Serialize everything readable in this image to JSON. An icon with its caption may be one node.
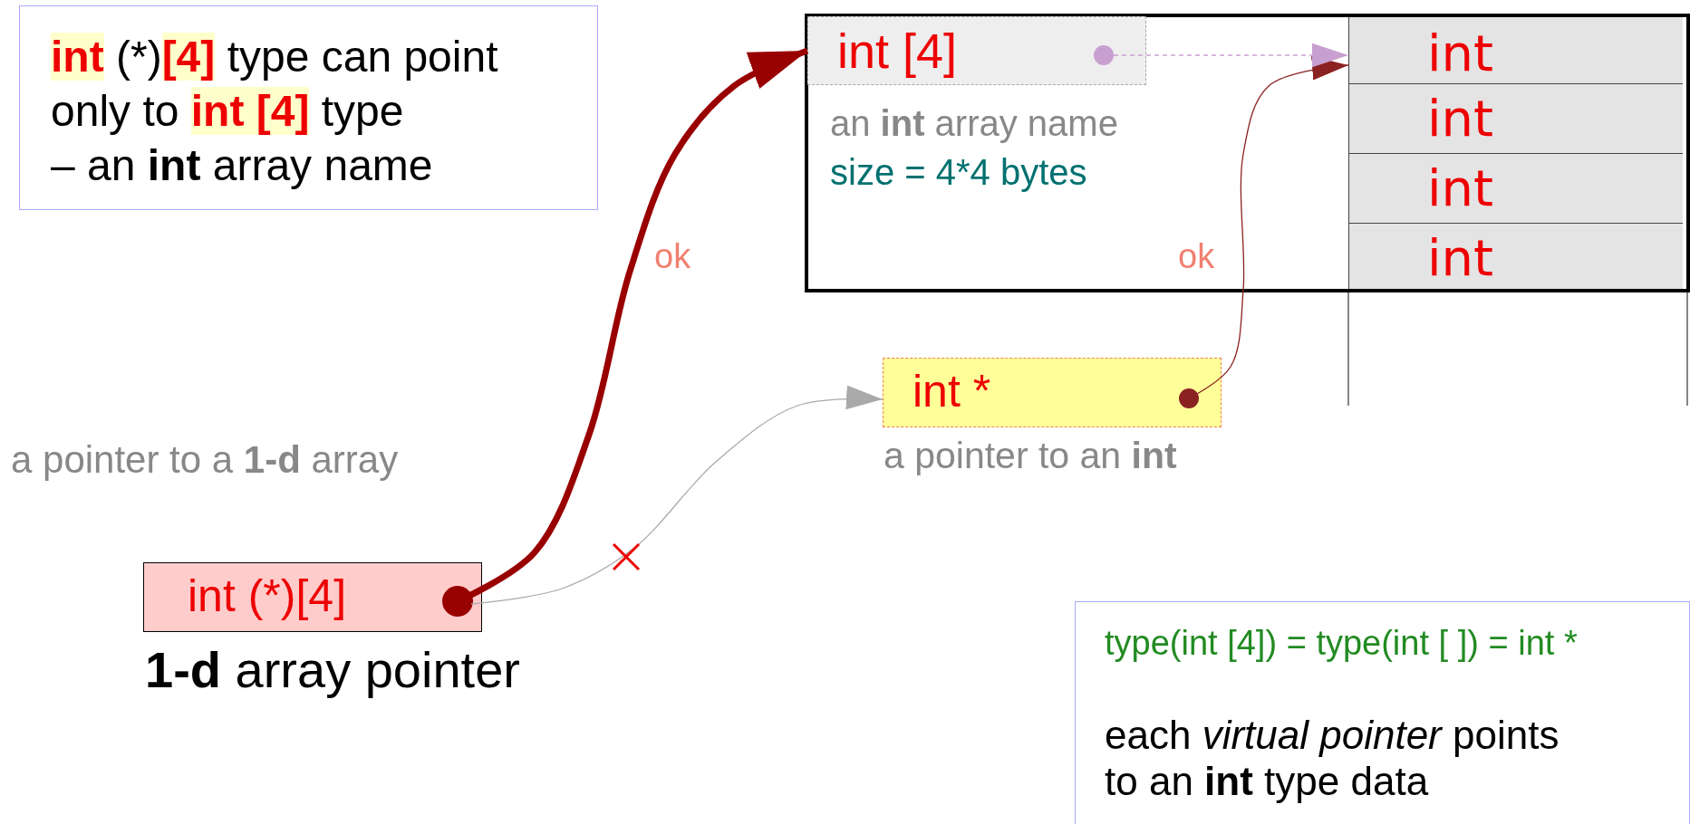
{
  "diagram": {
    "nodes": [
      {
        "text": [
          "**int** (*)**[4]** type can point",
          "only to **int [4]** type",
          "– an **int** array name"
        ]
      },
      {
        "text": [
          "an **int** array name",
          "size = 4*4 bytes"
        ]
      },
      {
        "text": [
          "int [4]"
        ],
        "in": 1
      },
      {
        "text": [
          "int"
        ],
        "in": 1
      },
      {
        "text": [
          "int"
        ],
        "in": 1
      },
      {
        "text": [
          "int"
        ],
        "in": 1
      },
      {
        "text": [
          "int"
        ],
        "in": 1
      },
      {
        "text": [
          "int *"
        ],
        "beside": [
          "a pointer to an **int**"
        ]
      },
      {
        "text": [
          "int (*)[4]"
        ],
        "beside": [
          "**1-d** array pointer"
        ]
      },
      {
        "text": [
          "type(int [4]) = type(int [ ]) = int *",
          "each *virtual pointer* points to an **int** type data"
        ]
      }
    ],
    "edges": [
      {
        "from": 8,
        "to": 2,
        "arrow": "to",
        "label": "ok",
        "style": "thick",
        "color": "#990000"
      },
      {
        "from": 8,
        "to": 7,
        "arrow": "to",
        "color": "#aaaaaa"
      },
      {
        "from": 7,
        "to": 3,
        "arrow": "to",
        "label": "ok",
        "color": "#8b2222"
      },
      {
        "from": 2,
        "to": 3,
        "arrow": "to",
        "style": "dashed",
        "color": "#c8a0d0"
      }
    ],
    "labels": [
      "a pointer to a **1-d** array"
    ]
  }
}
